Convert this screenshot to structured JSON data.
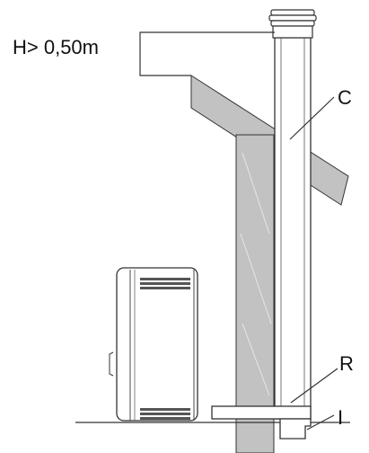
{
  "labels": {
    "height": "H> 0,50m",
    "chimney": "C",
    "connector": "R",
    "inspection": "I"
  },
  "colors": {
    "line": "#333333",
    "fill_gray": "#c2c2c2",
    "background": "#ffffff"
  }
}
